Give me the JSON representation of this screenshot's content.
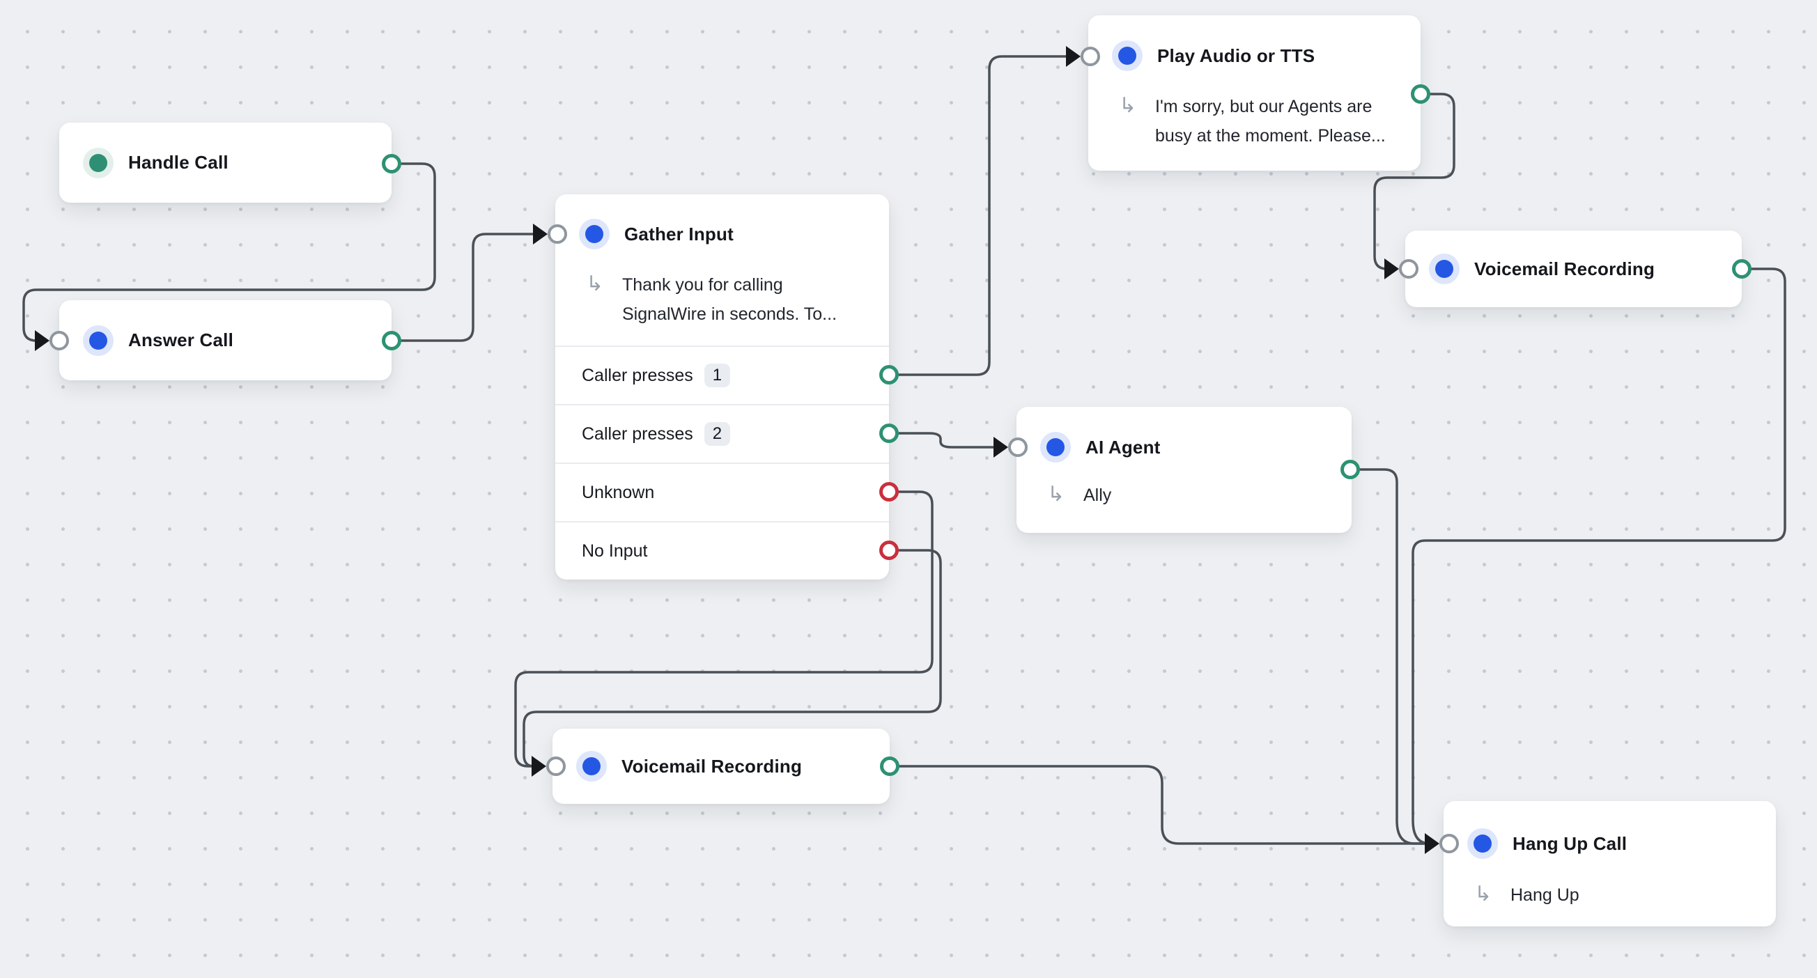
{
  "canvas": {
    "kind": "call-flow-builder"
  },
  "colors": {
    "background": "#edeff2",
    "grid_dot": "#c5c9d0",
    "node_bg": "#ffffff",
    "wire": "#4a5057",
    "port_green": "#2d9172",
    "port_red": "#c92f3d",
    "port_gray": "#8f969e",
    "arrow_black": "#16181c",
    "dot_blue": "#2457e4",
    "dot_teal": "#2e8f74",
    "badge_bg": "#e9ecf0"
  },
  "nodes": {
    "handle_call": {
      "title": "Handle Call"
    },
    "answer_call": {
      "title": "Answer Call"
    },
    "gather_input": {
      "title": "Gather Input",
      "subtitle_line1": "Thank you for calling",
      "subtitle_line2": "SignalWire in seconds. To...",
      "rows": [
        {
          "label": "Caller presses",
          "badge": "1"
        },
        {
          "label": "Caller presses",
          "badge": "2"
        },
        {
          "label": "Unknown",
          "badge": ""
        },
        {
          "label": "No Input",
          "badge": ""
        }
      ]
    },
    "play_audio": {
      "title": "Play Audio or TTS",
      "subtitle_line1": "I'm sorry, but our Agents are",
      "subtitle_line2": "busy at the moment. Please..."
    },
    "voicemail_top": {
      "title": "Voicemail Recording"
    },
    "ai_agent": {
      "title": "AI Agent",
      "subtitle": "Ally"
    },
    "voicemail_bottom": {
      "title": "Voicemail Recording"
    },
    "hang_up": {
      "title": "Hang Up Call",
      "subtitle": "Hang Up"
    }
  }
}
